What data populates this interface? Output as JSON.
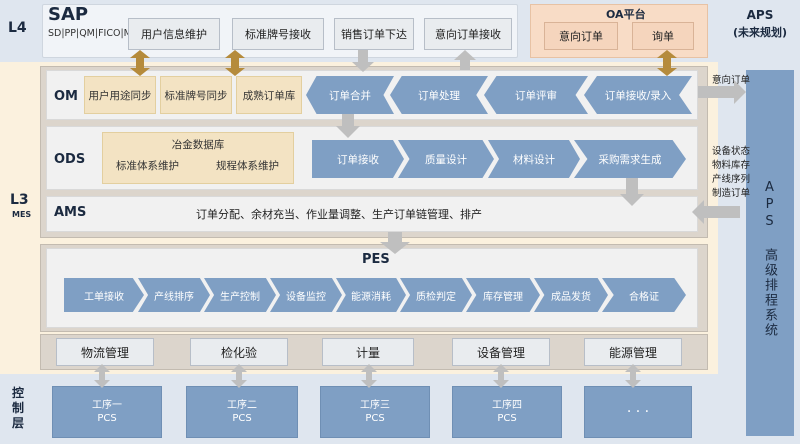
{
  "layers": {
    "l4": "L4",
    "l3": "L3",
    "mes": "MES",
    "control": "控制层"
  },
  "sap": {
    "title": "SAP",
    "subtitle": "SD|PP|QM|FICO|MM",
    "boxes": [
      "用户信息维护",
      "标准牌号接收",
      "销售订单下达",
      "意向订单接收"
    ]
  },
  "oa": {
    "title": "OA平台",
    "boxes": [
      "意向订单",
      "询单"
    ]
  },
  "aps": {
    "title": "APS",
    "subtitle": "(未来规划)",
    "bar_label": "APS 高级排程系统",
    "side_labels": {
      "intent": "意向订单",
      "device_status": "设备状态",
      "material_stock": "物料库存",
      "line_sequence": "产线序列",
      "manuf_order": "制造订单"
    }
  },
  "om": {
    "label": "OM",
    "beige": [
      "用户用途同步",
      "标准牌号同步",
      "成熟订单库"
    ],
    "chevrons": [
      "订单合并",
      "订单处理",
      "订单评审",
      "订单接收/录入"
    ]
  },
  "ods": {
    "label": "ODS",
    "db_title": "冶金数据库",
    "db_items": [
      "标准体系维护",
      "规程体系维护"
    ],
    "chevrons": [
      "订单接收",
      "质量设计",
      "材料设计",
      "采购需求生成"
    ]
  },
  "ams": {
    "label": "AMS",
    "text": "订单分配、余材充当、作业量调整、生产订单链管理、排产"
  },
  "pes": {
    "label": "PES",
    "chevrons": [
      "工单接收",
      "产线排序",
      "生产控制",
      "设备监控",
      "能源消耗",
      "质检判定",
      "库存管理",
      "成品发货",
      "合格证"
    ]
  },
  "support": [
    "物流管理",
    "检化验",
    "计量",
    "设备管理",
    "能源管理"
  ],
  "pcs": [
    {
      "name": "工序一",
      "sub": "PCS"
    },
    {
      "name": "工序二",
      "sub": "PCS"
    },
    {
      "name": "工序三",
      "sub": "PCS"
    },
    {
      "name": "工序四",
      "sub": "PCS"
    },
    {
      "name": "· · ·",
      "sub": ""
    }
  ],
  "colors": {
    "chevron": "#7f9fc4",
    "beige": "#f3e3c3",
    "oa": "#f8dcc6",
    "band_blue": "#dfe6ef",
    "band_cream": "#fbf1de",
    "arrow_gold": "#b58b3c",
    "arrow_gray": "#bfbfbf"
  }
}
